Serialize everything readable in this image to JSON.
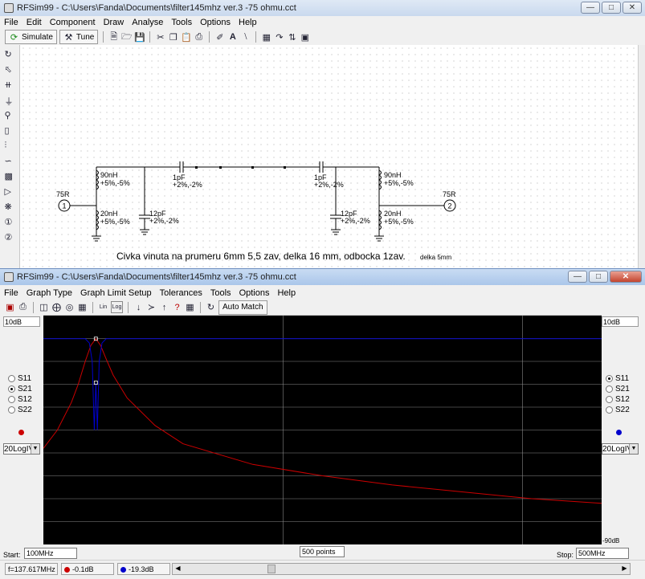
{
  "win1": {
    "title": "RFSim99 - C:\\Users\\Fanda\\Documents\\filter145mhz ver.3 -75 ohmu.cct",
    "menu": [
      "File",
      "Edit",
      "Component",
      "Draw",
      "Analyse",
      "Tools",
      "Options",
      "Help"
    ],
    "toolbar": {
      "simulate_label": "Simulate",
      "tune_label": "Tune"
    },
    "schematic": {
      "port1_name": "75R",
      "port1_num": "1",
      "port2_name": "75R",
      "port2_num": "2",
      "l1_value": "90nH",
      "l1_tol": "+5%,-5%",
      "l2_value": "20nH",
      "l2_tol": "+5%,-5%",
      "c1_value": "12pF",
      "c1_tol": "+2%,-2%",
      "c2_value": "1pF",
      "c2_tol": "+2%,-2%",
      "c3_value": "1pF",
      "c3_tol": "+2%,-2%",
      "c4_value": "12pF",
      "c4_tol": "+2%,-2%",
      "l3_value": "90nH",
      "l3_tol": "+5%,-5%",
      "l4_value": "20nH",
      "l4_tol": "+5%,-5%",
      "note": "Civka vinuta na prumeru 6mm 5,5 zav, delka 16 mm, odbocka 1zav.",
      "note2": "delka 5mm"
    }
  },
  "win2": {
    "title": "RFSim99 - C:\\Users\\Fanda\\Documents\\filter145mhz ver.3 -75 ohmu.cct",
    "menu": [
      "File",
      "Graph Type",
      "Graph Limit Setup",
      "Tolerances",
      "Tools",
      "Options",
      "Help"
    ],
    "toolbar": {
      "automatch_label": "Auto Match",
      "lin_label": "Lin",
      "log_label": "Log"
    },
    "left": {
      "scale": "10dB",
      "options": [
        "S11",
        "S21",
        "S12",
        "S22"
      ],
      "selected": "S21",
      "mode": "20LogIV",
      "trace_color": "#cc0000"
    },
    "right": {
      "scale": "10dB",
      "options": [
        "S11",
        "S21",
        "S12",
        "S22"
      ],
      "selected": "S11",
      "mode": "20LogIV",
      "trace_color": "#0000cc",
      "bottom_scale": "-90dB"
    },
    "start_label": "Start:",
    "start_value": "100MHz",
    "points": "500 points",
    "stop_label": "Stop:",
    "stop_value": "500MHz",
    "status": {
      "marker_freq": "f=137.617MHz",
      "s21_value": "-0.1dB",
      "s11_value": "-19.3dB"
    }
  },
  "chart_data": {
    "type": "line",
    "xlim": [
      100,
      500
    ],
    "x_unit": "MHz",
    "y_unit": "dB",
    "ylim": [
      -90,
      10
    ],
    "grid": true,
    "series": [
      {
        "name": "S21",
        "color": "#cc0000",
        "x": [
          100,
          110,
          120,
          125,
          130,
          134,
          137.6,
          141,
          145,
          150,
          160,
          180,
          200,
          250,
          300,
          350,
          400,
          450,
          500
        ],
        "y": [
          -48,
          -40,
          -28,
          -20,
          -10,
          -3,
          -0.1,
          -3,
          -9,
          -16,
          -26,
          -38,
          -46,
          -55,
          -60,
          -64,
          -67,
          -70,
          -72
        ]
      },
      {
        "name": "S11",
        "color": "#0000cc",
        "x": [
          100,
          130,
          133,
          135,
          136.5,
          137.6,
          138.7,
          140,
          142,
          145,
          500
        ],
        "y": [
          -0.1,
          -0.1,
          -2,
          -10,
          -40,
          -19.3,
          -40,
          -10,
          -2,
          -0.1,
          -0.1
        ]
      }
    ]
  }
}
